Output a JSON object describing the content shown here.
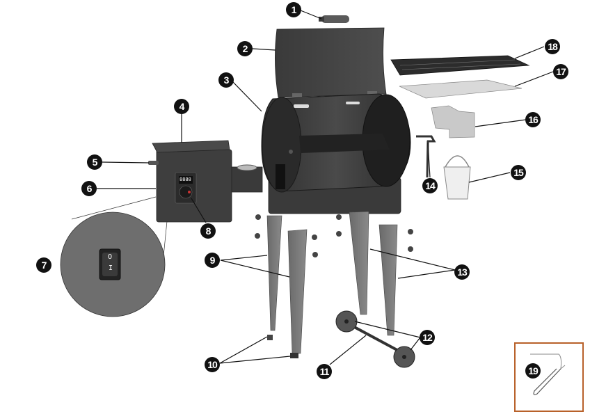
{
  "diagram": {
    "type": "exploded-parts-diagram",
    "subject": "pellet grill",
    "display_readout": "8888",
    "switch_symbols": {
      "off": "O",
      "on": "I"
    },
    "inset_border_color": "#b8612a",
    "callouts": [
      {
        "id": "1",
        "label": "1",
        "part": "lid-handle"
      },
      {
        "id": "2",
        "label": "2",
        "part": "lid"
      },
      {
        "id": "3",
        "label": "3",
        "part": "grill-barrel"
      },
      {
        "id": "4",
        "label": "4",
        "part": "hopper-lid"
      },
      {
        "id": "5",
        "label": "5",
        "part": "hopper-handle"
      },
      {
        "id": "6",
        "label": "6",
        "part": "hopper"
      },
      {
        "id": "7",
        "label": "7",
        "part": "power-switch"
      },
      {
        "id": "8",
        "label": "8",
        "part": "controller"
      },
      {
        "id": "9",
        "label": "9",
        "part": "left-legs"
      },
      {
        "id": "10",
        "label": "10",
        "part": "leg-caps"
      },
      {
        "id": "11",
        "label": "11",
        "part": "axle"
      },
      {
        "id": "12",
        "label": "12",
        "part": "wheels"
      },
      {
        "id": "13",
        "label": "13",
        "part": "right-legs"
      },
      {
        "id": "14",
        "label": "14",
        "part": "grease-hook"
      },
      {
        "id": "15",
        "label": "15",
        "part": "grease-bucket"
      },
      {
        "id": "16",
        "label": "16",
        "part": "heat-baffle"
      },
      {
        "id": "17",
        "label": "17",
        "part": "drip-tray"
      },
      {
        "id": "18",
        "label": "18",
        "part": "cooking-grate"
      },
      {
        "id": "19",
        "label": "19",
        "part": "meat-probe"
      }
    ]
  }
}
